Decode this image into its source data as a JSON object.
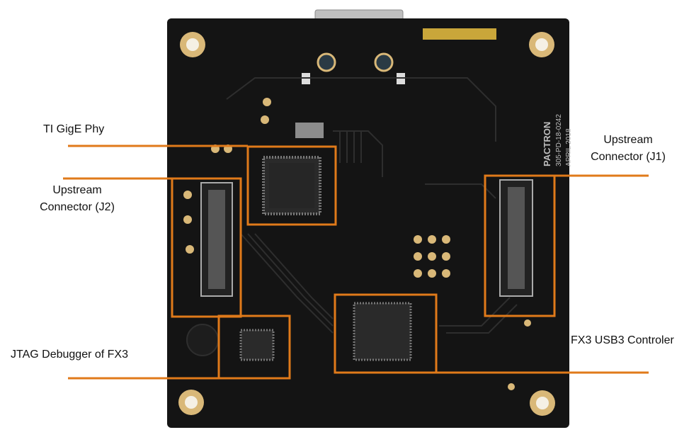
{
  "labels": {
    "ti_gige_phy": "TI GigE Phy",
    "upstream_j2_line1": "Upstream",
    "upstream_j2_line2": "Connector (J2)",
    "upstream_j1_line1": "Upstream",
    "upstream_j1_line2": "Connector (J1)",
    "jtag": "JTAG Debugger of FX3",
    "fx3": "FX3 USB3 Controler"
  },
  "board_markings": {
    "brand": "PACTRON",
    "part_number": "305-PD-18-0242",
    "date": "APRIL 2018"
  },
  "colors": {
    "callout": "#e07a1a",
    "board": "#141414",
    "copper": "#d9b878",
    "silk": "#bdbdbd"
  }
}
